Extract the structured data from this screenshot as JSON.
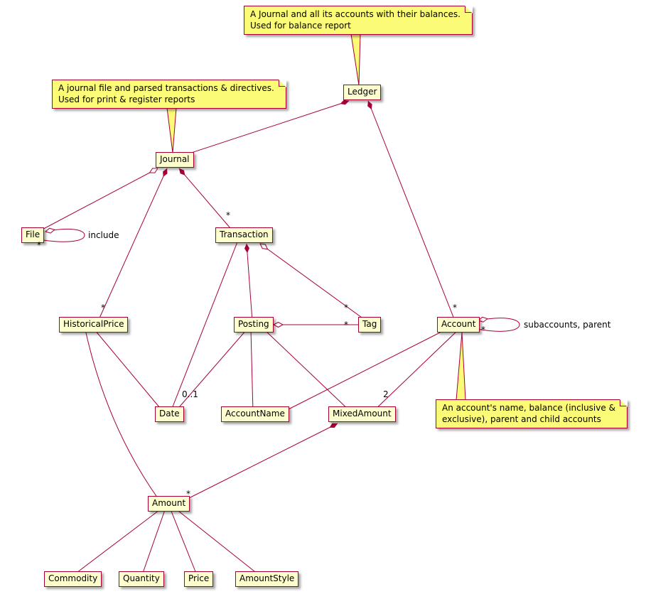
{
  "colors": {
    "line": "#A80036",
    "class_fill": "#FEFECE",
    "note_fill": "#FBFB77",
    "background": "#FFFFFF",
    "text": "#000000"
  },
  "classes": [
    {
      "name": "Ledger"
    },
    {
      "name": "Journal"
    },
    {
      "name": "File"
    },
    {
      "name": "Transaction"
    },
    {
      "name": "HistoricalPrice"
    },
    {
      "name": "Posting"
    },
    {
      "name": "Tag"
    },
    {
      "name": "Account"
    },
    {
      "name": "Date"
    },
    {
      "name": "AccountName"
    },
    {
      "name": "MixedAmount"
    },
    {
      "name": "Amount"
    },
    {
      "name": "Commodity"
    },
    {
      "name": "Quantity"
    },
    {
      "name": "Price"
    },
    {
      "name": "AmountStyle"
    }
  ],
  "notes": {
    "ledger": {
      "line1": "A Journal and all its accounts with their balances.",
      "line2": "Used for balance report"
    },
    "journal": {
      "line1": "A journal file and parsed transactions & directives.",
      "line2": "Used for print & register reports"
    },
    "account": {
      "line1": "An account's name, balance (inclusive &",
      "line2": "exclusive), parent and child accounts"
    }
  },
  "labels": {
    "star": "*",
    "zero_or_one": "0..1",
    "two": "2",
    "include": "include",
    "subaccounts_parent": "subaccounts, parent"
  },
  "relationships": [
    {
      "from": "Ledger",
      "to": "Journal",
      "type": "composition"
    },
    {
      "from": "Ledger",
      "to": "Account",
      "type": "composition",
      "to_multiplicity": "*"
    },
    {
      "from": "Journal",
      "to": "File",
      "type": "aggregation"
    },
    {
      "from": "File",
      "to": "File",
      "type": "aggregation",
      "label": "include",
      "to_multiplicity": "*"
    },
    {
      "from": "Journal",
      "to": "Transaction",
      "type": "composition",
      "to_multiplicity": "*"
    },
    {
      "from": "Journal",
      "to": "HistoricalPrice",
      "type": "composition",
      "to_multiplicity": "*"
    },
    {
      "from": "Transaction",
      "to": "Posting",
      "type": "composition"
    },
    {
      "from": "Transaction",
      "to": "Tag",
      "type": "aggregation",
      "to_multiplicity": "*"
    },
    {
      "from": "Posting",
      "to": "Tag",
      "type": "aggregation",
      "to_multiplicity": "*"
    },
    {
      "from": "Transaction",
      "to": "Date",
      "type": "association"
    },
    {
      "from": "Posting",
      "to": "Date",
      "type": "association",
      "to_multiplicity": "0..1"
    },
    {
      "from": "HistoricalPrice",
      "to": "Date",
      "type": "association"
    },
    {
      "from": "HistoricalPrice",
      "to": "Amount",
      "type": "association"
    },
    {
      "from": "Posting",
      "to": "AccountName",
      "type": "association"
    },
    {
      "from": "Posting",
      "to": "MixedAmount",
      "type": "association"
    },
    {
      "from": "Account",
      "to": "AccountName",
      "type": "association"
    },
    {
      "from": "Account",
      "to": "MixedAmount",
      "type": "association",
      "to_multiplicity": "2"
    },
    {
      "from": "Account",
      "to": "Account",
      "type": "aggregation",
      "label": "subaccounts, parent",
      "to_multiplicity": "*"
    },
    {
      "from": "MixedAmount",
      "to": "Amount",
      "type": "composition",
      "to_multiplicity": "*"
    },
    {
      "from": "Amount",
      "to": "Commodity",
      "type": "association"
    },
    {
      "from": "Amount",
      "to": "Quantity",
      "type": "association"
    },
    {
      "from": "Amount",
      "to": "Price",
      "type": "association"
    },
    {
      "from": "Amount",
      "to": "AmountStyle",
      "type": "association"
    }
  ]
}
